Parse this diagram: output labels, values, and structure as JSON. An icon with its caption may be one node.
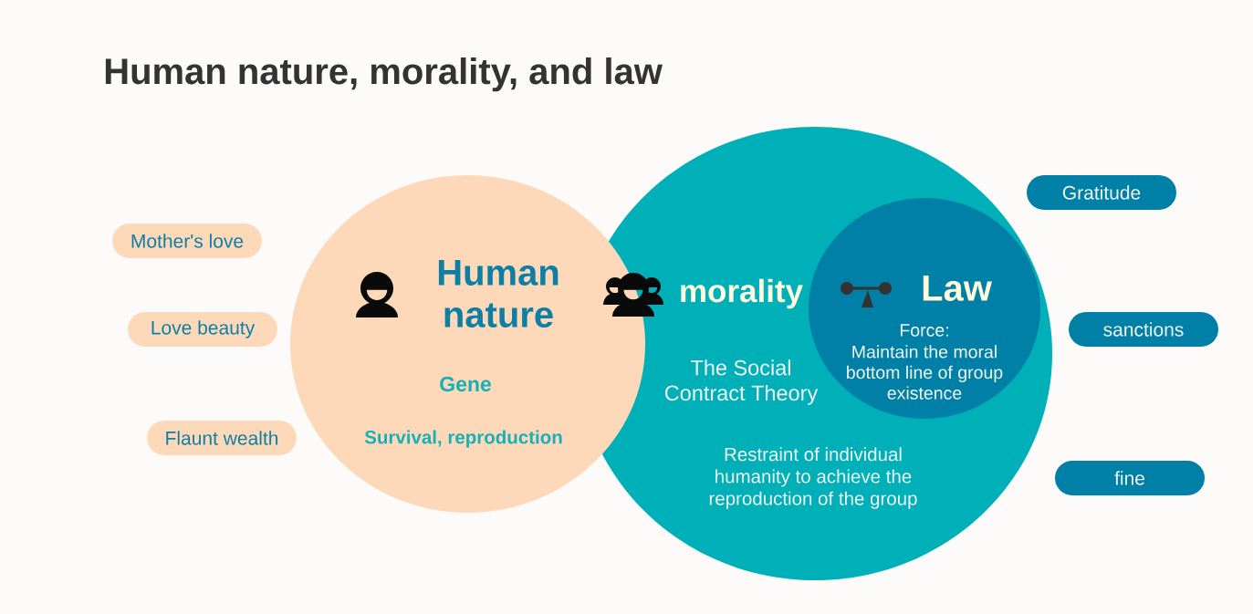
{
  "diagram": {
    "title": "Human nature, morality, and law",
    "nodes": [
      {
        "text": [
          "Human nature",
          "Gene",
          "Survival, reproduction"
        ]
      },
      {
        "text": [
          "morality",
          "The Social Contract Theory",
          "Restraint of individual humanity to achieve the reproduction of the group"
        ]
      },
      {
        "text": [
          "Law",
          "Force:",
          "Maintain the moral bottom line of group existence"
        ],
        "in": 1
      },
      {
        "text": [
          "Mother's love"
        ]
      },
      {
        "text": [
          "Love beauty"
        ]
      },
      {
        "text": [
          "Flaunt wealth"
        ]
      },
      {
        "text": [
          "Gratitude"
        ]
      },
      {
        "text": [
          "sanctions"
        ]
      },
      {
        "text": [
          "fine"
        ]
      }
    ]
  }
}
